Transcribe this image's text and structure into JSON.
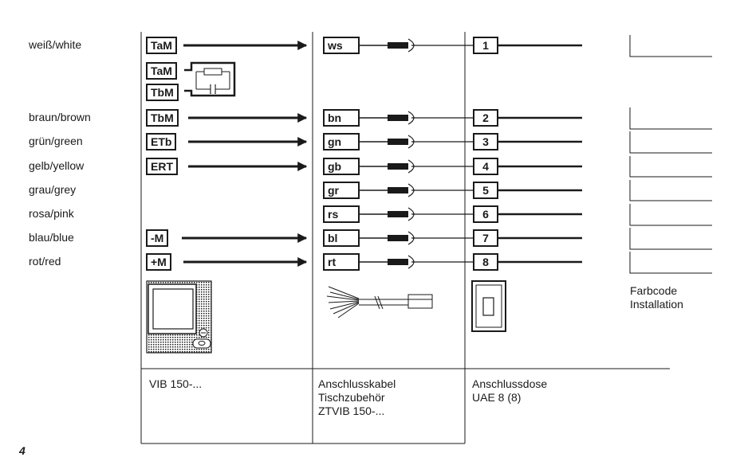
{
  "color_labels": [
    "weiß/white",
    "braun/brown",
    "grün/green",
    "gelb/yellow",
    "grau/grey",
    "rosa/pink",
    "blau/blue",
    "rot/red"
  ],
  "device_terminals": [
    "TaM",
    "TaM",
    "TbM",
    "TbM",
    "ETb",
    "ERT",
    "-M",
    "+M"
  ],
  "cable_codes": [
    "ws",
    "bn",
    "gn",
    "gb",
    "gr",
    "rs",
    "bl",
    "rt"
  ],
  "socket_pins": [
    "1",
    "2",
    "3",
    "4",
    "5",
    "6",
    "7",
    "8"
  ],
  "farbcode": {
    "line1": "Farbcode",
    "line2": "Installation"
  },
  "captions": {
    "device": [
      "VIB 150-..."
    ],
    "cable": [
      "Anschlusskabel",
      "Tischzubehör",
      "ZTVIB 150-..."
    ],
    "socket": [
      "Anschlussdose",
      "UAE 8 (8)"
    ]
  },
  "page_number": "4"
}
